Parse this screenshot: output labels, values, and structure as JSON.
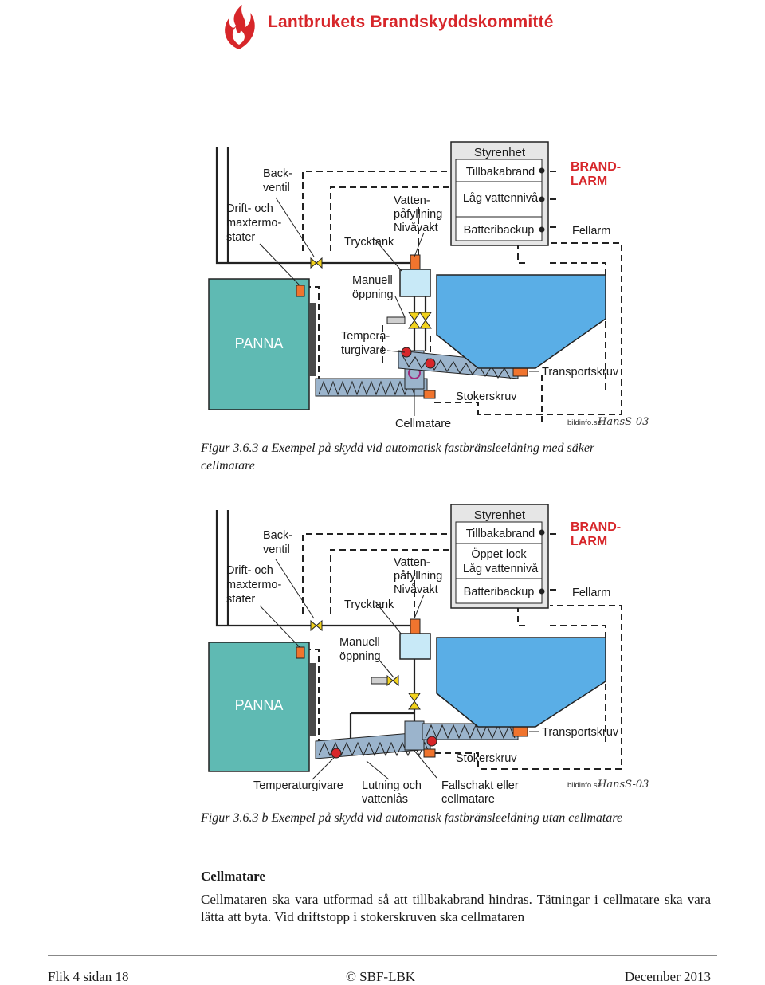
{
  "header": {
    "org_name": "Lantbrukets Brandskyddskommitté",
    "logo_icon": "flame-logo-icon",
    "brand_color": "#d7262a"
  },
  "figure_a": {
    "labels": {
      "backventil": [
        "Back-",
        "ventil"
      ],
      "drift": [
        "Drift- och",
        "maxtermo-",
        "stater"
      ],
      "trycktank": "Trycktank",
      "vattenpafyllning": [
        "Vatten-",
        "påfyllning",
        "Nivåvakt"
      ],
      "styrenhet": "Styrenhet",
      "tillbakabrand": "Tillbakabrand",
      "lag_vattenniva": "Låg vattennivå",
      "batteribackup": "Batteribackup",
      "brandlarm": [
        "BRAND-",
        "LARM"
      ],
      "fellarm": "Fellarm",
      "manuell": [
        "Manuell",
        "öppning"
      ],
      "panna": "PANNA",
      "temperaturgivare": [
        "Tempera-",
        "turgivare"
      ],
      "transportskruv": "Transportskruv",
      "stokerskruv": "Stokerskruv",
      "cellmatare": "Cellmatare",
      "credit": "bildinfo.se",
      "signature": "HansS-03"
    },
    "caption": [
      "Figur 3.6.3 a Exempel på skydd vid automatisk fastbränsleeldning med säker",
      "cellmatare"
    ]
  },
  "figure_b": {
    "labels": {
      "backventil": [
        "Back-",
        "ventil"
      ],
      "drift": [
        "Drift- och",
        "maxtermo-",
        "stater"
      ],
      "trycktank": "Trycktank",
      "vattenpafyllning": [
        "Vatten-",
        "påfyllning",
        "Nivåvakt"
      ],
      "styrenhet": "Styrenhet",
      "tillbakabrand": "Tillbakabrand",
      "oppet_lock": "Öppet lock",
      "lag_vattenniva": "Låg vattennivå",
      "batteribackup": "Batteribackup",
      "brandlarm": [
        "BRAND-",
        "LARM"
      ],
      "fellarm": "Fellarm",
      "manuell": [
        "Manuell",
        "öppning"
      ],
      "panna": "PANNA",
      "transportskruv": "Transportskruv",
      "stokerskruv": "Stokerskruv",
      "temperaturgivare": "Temperaturgivare",
      "lutning": [
        "Lutning och",
        "vattenlås"
      ],
      "fallschakt": [
        "Fallschakt eller",
        "cellmatare"
      ],
      "credit": "bildinfo.se",
      "signature": "HansS-03"
    },
    "caption": "Figur 3.6.3 b Exempel på skydd vid automatisk fastbränsleeldning utan cellmatare"
  },
  "colors": {
    "boiler": "#5fbab3",
    "hopper": "#5aaee6",
    "tank": "#c8e9f7",
    "screw": "#9bb4cc",
    "valve": "#f2d21c",
    "sensor": "#f0742e",
    "alarm": "#d7262a"
  },
  "section": {
    "title": "Cellmatare",
    "body": "Cellmataren ska vara utformad så att tillbakabrand hindras. Tätningar i cellmatare ska vara lätta att byta. Vid driftstopp i stokerskruven ska cellmataren"
  },
  "footer": {
    "left": "Flik 4 sidan 18",
    "center": "© SBF-LBK",
    "right": "December 2013"
  }
}
